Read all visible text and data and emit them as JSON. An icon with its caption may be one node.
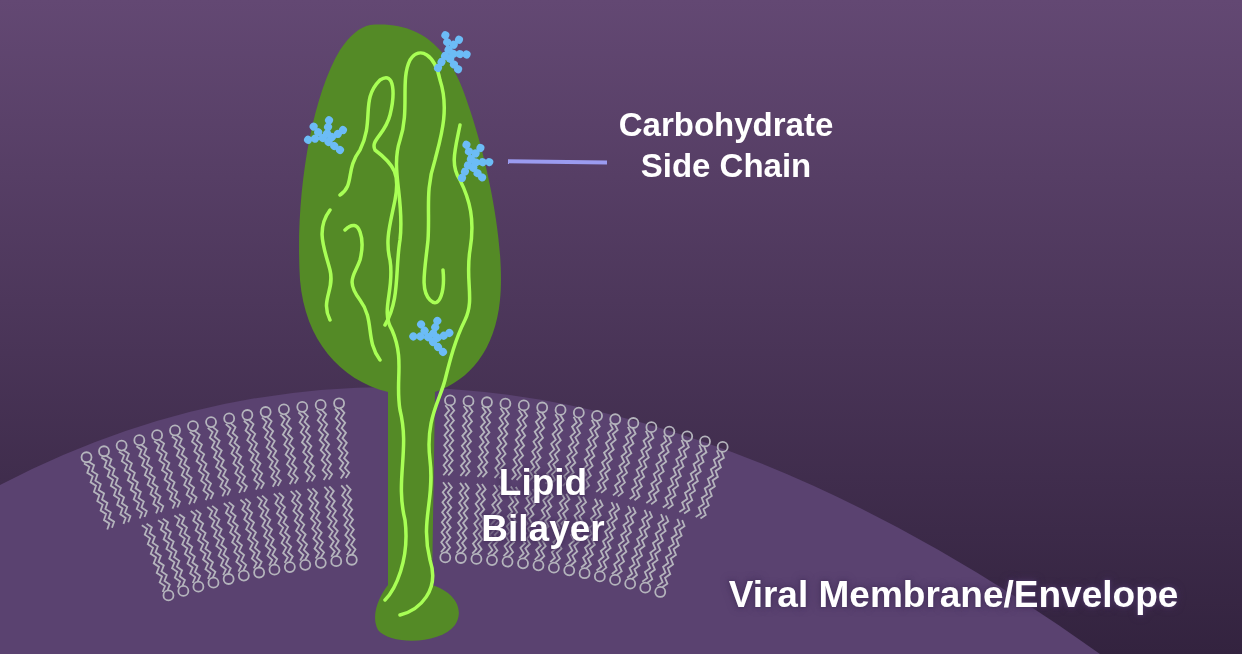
{
  "diagram": {
    "nodes": [
      {
        "text": [
          "Carbohydrate Side Chain"
        ]
      },
      {
        "text": [],
        "shape": "picture"
      }
    ],
    "edges": [
      {
        "from": 0,
        "to": 1,
        "arrow": "none"
      }
    ],
    "labels": [
      "Lipid Bilayer",
      "Viral Membrane/Envelope"
    ]
  }
}
